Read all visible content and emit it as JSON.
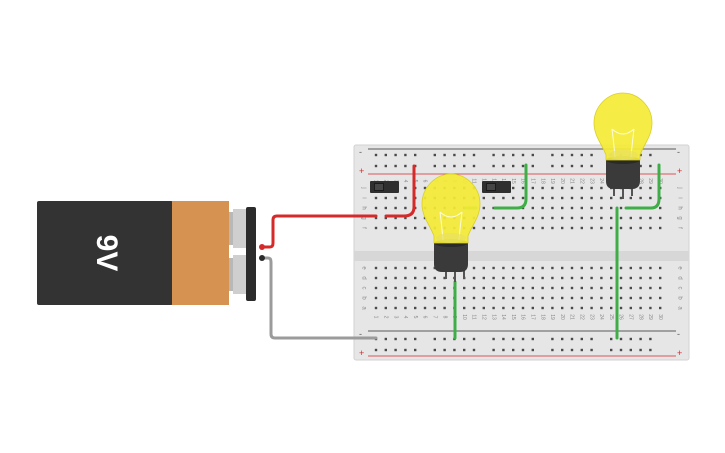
{
  "battery": {
    "label": "9V",
    "body_color": "#333333",
    "band_color": "#d59250"
  },
  "breadboard": {
    "columns": 30,
    "top_rows": [
      "j",
      "i",
      "h",
      "g",
      "f"
    ],
    "bottom_rows": [
      "e",
      "d",
      "c",
      "b",
      "a"
    ],
    "rail_plus": "+",
    "rail_minus": "-",
    "rail_red": "#d9262b",
    "rail_blue": "#2b2b2b",
    "board_color": "#e6e6e6"
  },
  "bulbs": [
    {
      "name": "bulb-1",
      "glass_color": "#f4ec35"
    },
    {
      "name": "bulb-2",
      "glass_color": "#f4ec35"
    }
  ],
  "switches": [
    {
      "name": "slide-switch-1"
    },
    {
      "name": "slide-switch-2"
    }
  ],
  "wires": {
    "red": "#d42a2a",
    "green": "#3fae49",
    "gray": "#9b9b9b"
  }
}
